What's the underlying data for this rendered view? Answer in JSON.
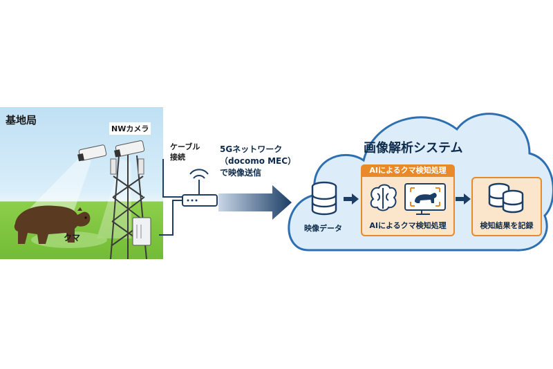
{
  "scene": {
    "base_station_label": "基地局",
    "camera_label": "NWカメラ",
    "bear_label": "クマ"
  },
  "connection": {
    "cable_line1": "ケーブル",
    "cable_line2": "接続",
    "network_line1": "5Gネットワーク",
    "network_line2": "（docomo MEC）",
    "network_line3": "で映像送信"
  },
  "cloud": {
    "title": "画像解析システム",
    "video_data_label": "映像データ",
    "ai_header": "AIによるクマ検知処理",
    "ai_label": "AIによるクマ検知処理",
    "result_label": "検知結果を記録"
  },
  "colors": {
    "cloud_bg": "#dcecf8",
    "cloud_border": "#2d6fb0",
    "accent_orange": "#e8892a",
    "box_orange_bg": "#fbe6cc",
    "navy": "#1c3e66"
  }
}
